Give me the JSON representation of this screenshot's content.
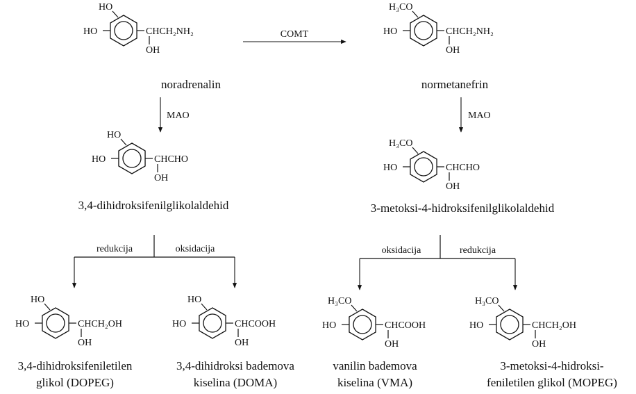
{
  "enzymes": {
    "comt": "COMT",
    "mao_left": "MAO",
    "mao_right": "MAO",
    "reduction_left": "redukcija",
    "oxidation_left": "oksidacija",
    "oxidation_right": "oksidacija",
    "reduction_right": "redukcija"
  },
  "compounds": {
    "noradrenalin": {
      "name_line1": "noradrenalin",
      "substituents": [
        "HO",
        "HO",
        "CHCH₂NH₂",
        "OH"
      ]
    },
    "normetanefrin": {
      "name_line1": "normetanefrin",
      "substituents": [
        "H₃CO",
        "HO",
        "CHCH₂NH₂",
        "OH"
      ]
    },
    "dhpg_aldehyde": {
      "name_line1": "3,4-dihidroksifenilglikolaldehid",
      "substituents": [
        "HO",
        "HO",
        "CHCHO",
        "OH"
      ]
    },
    "mhpg_aldehyde": {
      "name_line1": "3-metoksi-4-hidroksifenilglikolaldehid",
      "substituents": [
        "H₃CO",
        "HO",
        "CHCHO",
        "OH"
      ]
    },
    "dopeg": {
      "name_line1": "3,4-dihidroksifeniletilen",
      "name_line2": "glikol (DOPEG)",
      "substituents": [
        "HO",
        "HO",
        "CHCH₂OH",
        "OH"
      ]
    },
    "doma": {
      "name_line1": "3,4-dihidroksi bademova",
      "name_line2": "kiselina (DOMA)",
      "substituents": [
        "HO",
        "HO",
        "CHCOOH",
        "OH"
      ]
    },
    "vma": {
      "name_line1": "vanilin bademova",
      "name_line2": "kiselina (VMA)",
      "substituents": [
        "H₃CO",
        "HO",
        "CHCOOH",
        "OH"
      ]
    },
    "mopeg": {
      "name_line1": "3-metoksi-4-hidroksi-",
      "name_line2": "feniletilen glikol (MOPEG)",
      "substituents": [
        "H₃CO",
        "HO",
        "CHCH₂OH",
        "OH"
      ]
    }
  }
}
